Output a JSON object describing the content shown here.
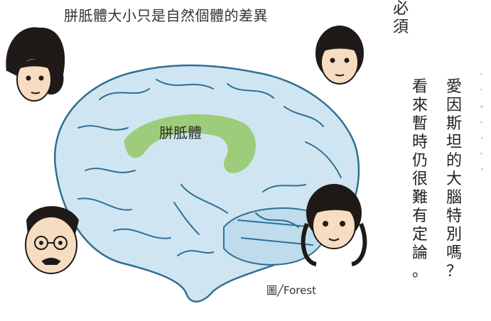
{
  "figure": {
    "title": "胼胝體大小只是自然個體的差異",
    "brain_label": "胼胝體",
    "credit": "圖╱Forest"
  },
  "vertical_text": {
    "col_top": "必須",
    "col_middle": "看來暫時仍很難有定論。",
    "col_right": "愛因斯坦的大腦特別嗎？"
  },
  "colors": {
    "brain_fill": "#cfe6f2",
    "brain_outline": "#2f6f95",
    "corpus_callosum": "#9dcc7a",
    "skin": "#f6dcc0",
    "hair": "#1f1a17"
  }
}
